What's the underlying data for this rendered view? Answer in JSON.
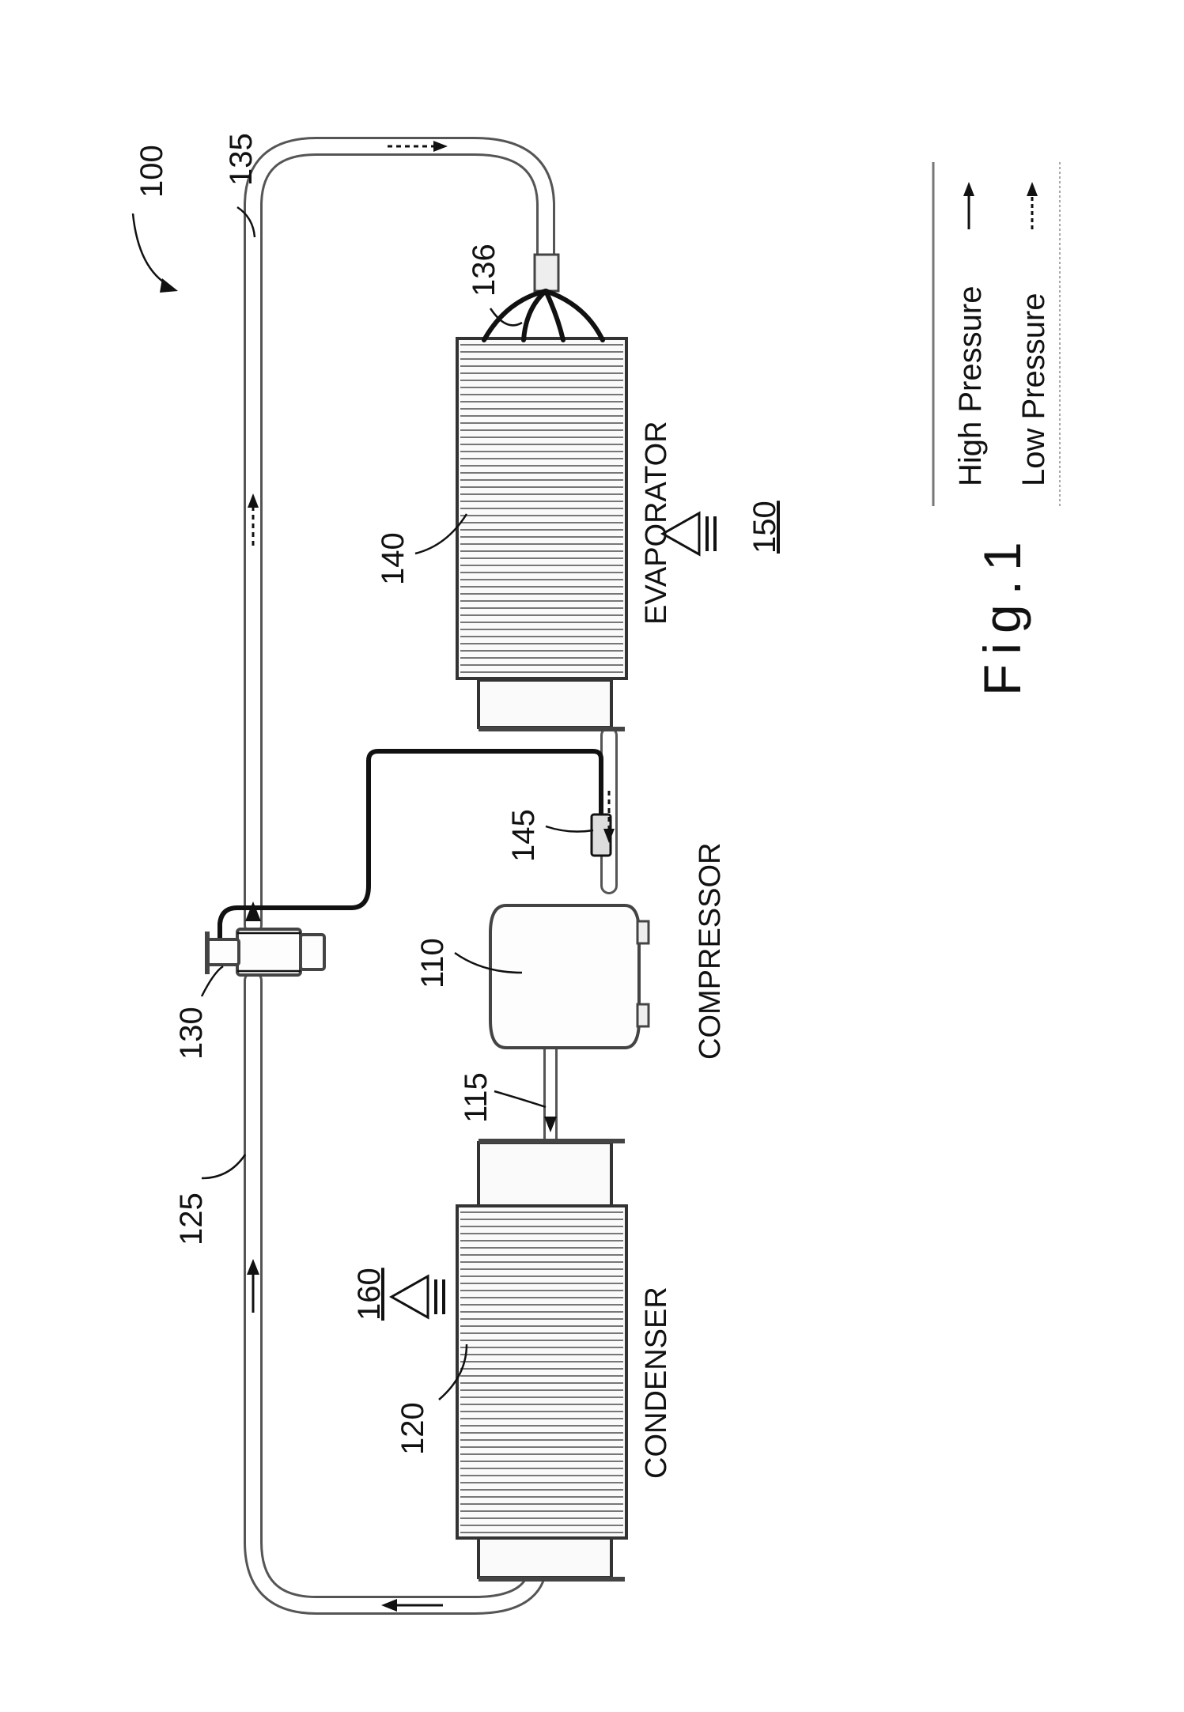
{
  "figure": {
    "system_ref": "100",
    "caption": "Fig.1"
  },
  "components": {
    "compressor": {
      "ref": "110",
      "label": "COMPRESSOR"
    },
    "discharge_line": {
      "ref": "115"
    },
    "condenser": {
      "ref": "120",
      "label": "CONDENSER"
    },
    "liquid_line": {
      "ref": "125"
    },
    "expansion_valve": {
      "ref": "130"
    },
    "evaporator_feed_line": {
      "ref": "135"
    },
    "distributor": {
      "ref": "136"
    },
    "evaporator": {
      "ref": "140",
      "label": "EVAPORATOR"
    },
    "sensing_bulb": {
      "ref": "145"
    },
    "evaporator_airflow": {
      "ref": "150"
    },
    "condenser_airflow": {
      "ref": "160"
    }
  },
  "legend": {
    "high_pressure": "High Pressure",
    "low_pressure": "Low Pressure"
  },
  "icons": {
    "airflow_symbol": "fan-triangle-icon",
    "flow_arrow_solid": "solid-arrow-icon",
    "flow_arrow_dashed": "dashed-arrow-icon"
  },
  "colors": {
    "line": "#111111",
    "pipe": "#555555"
  }
}
